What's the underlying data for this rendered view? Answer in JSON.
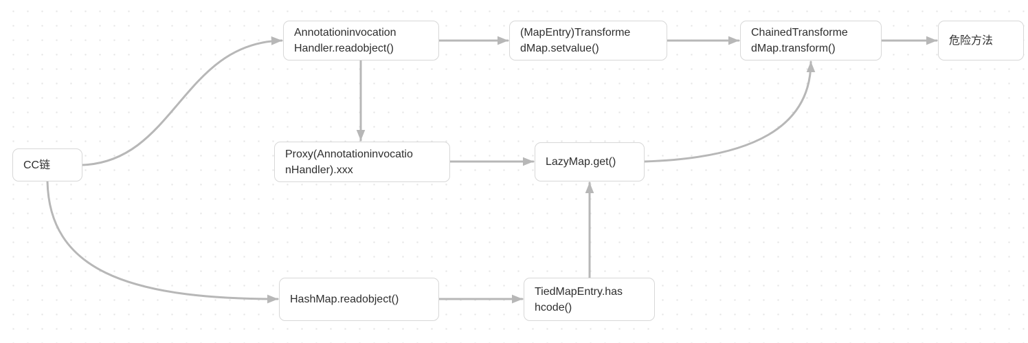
{
  "diagram": {
    "type": "flowchart",
    "colors": {
      "background": "#ffffff",
      "dot_grid": "#e5e5e5",
      "node_fill": "#ffffff",
      "node_border": "#d7d7d7",
      "text": "#2e2e2e",
      "edge": "#b7b7b7"
    }
  },
  "nodes": {
    "cc_chain": {
      "label": "CC链"
    },
    "annotation_handler": {
      "label": "Annotationinvocation\nHandler.readobject()"
    },
    "transformed_map": {
      "label": "(MapEntry)Transforme\ndMap.setvalue()"
    },
    "chained_transformer": {
      "label": "ChainedTransforme\ndMap.transform()"
    },
    "danger_method": {
      "label": "危险方法"
    },
    "proxy": {
      "label": "Proxy(Annotationinvocatio\nnHandler).xxx"
    },
    "lazy_map": {
      "label": "LazyMap.get()"
    },
    "hash_map": {
      "label": "HashMap.readobject()"
    },
    "tied_map_entry": {
      "label": "TiedMapEntry.has\nhcode()"
    }
  },
  "edges": [
    {
      "from": "cc_chain",
      "to": "annotation_handler"
    },
    {
      "from": "cc_chain",
      "to": "hash_map"
    },
    {
      "from": "annotation_handler",
      "to": "transformed_map"
    },
    {
      "from": "annotation_handler",
      "to": "proxy"
    },
    {
      "from": "transformed_map",
      "to": "chained_transformer"
    },
    {
      "from": "chained_transformer",
      "to": "danger_method"
    },
    {
      "from": "proxy",
      "to": "lazy_map"
    },
    {
      "from": "lazy_map",
      "to": "chained_transformer"
    },
    {
      "from": "hash_map",
      "to": "tied_map_entry"
    },
    {
      "from": "tied_map_entry",
      "to": "lazy_map"
    }
  ]
}
